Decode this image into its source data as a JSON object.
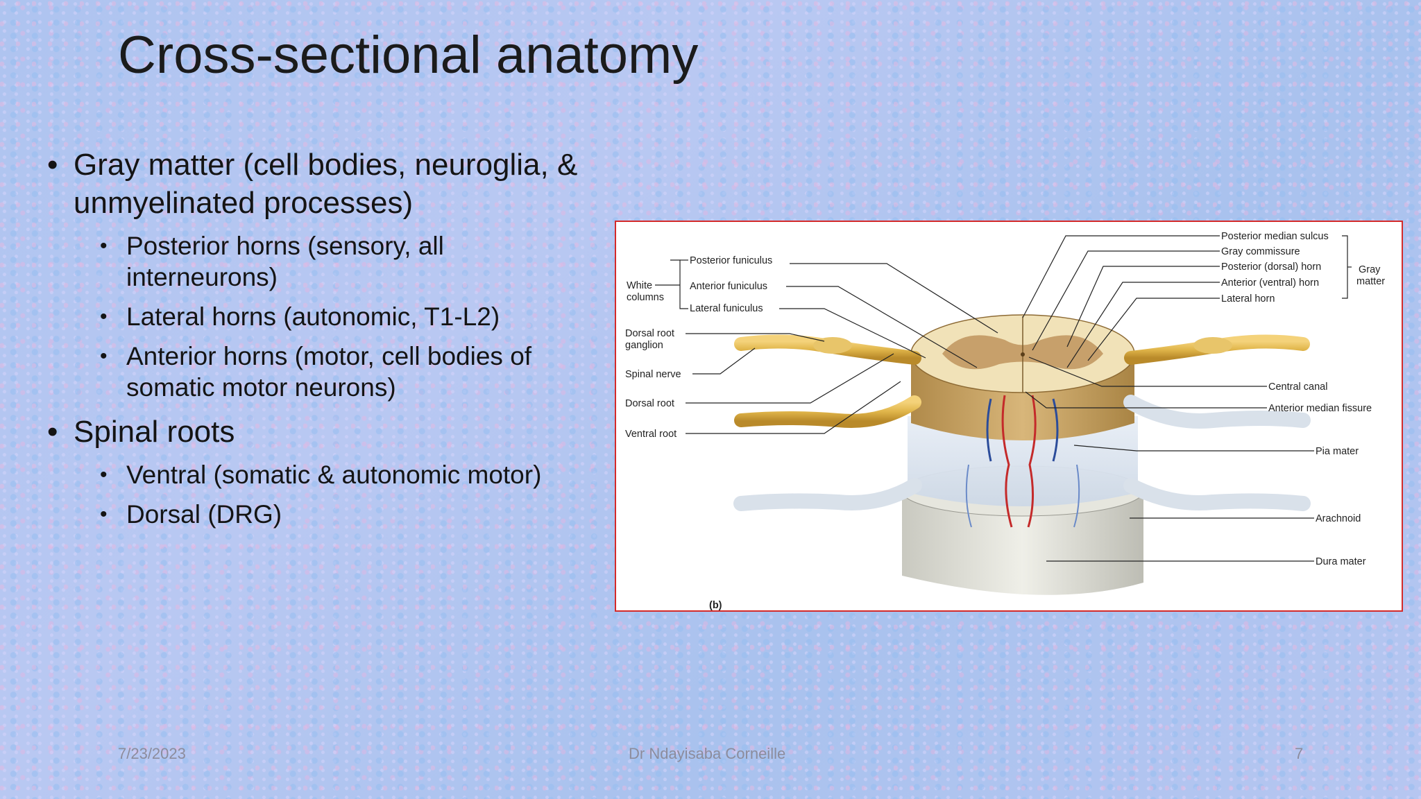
{
  "slide": {
    "title": "Cross-sectional anatomy",
    "bullets": [
      {
        "text": "Gray matter (cell bodies, neuroglia, & unmyelinated processes)",
        "sub": [
          "Posterior horns (sensory, all interneurons)",
          "Lateral horns (autonomic, T1-L2)",
          "Anterior horns (motor, cell bodies of somatic motor neurons)"
        ]
      },
      {
        "text": "Spinal roots",
        "sub": [
          "Ventral (somatic & autonomic motor)",
          "Dorsal (DRG)"
        ]
      }
    ]
  },
  "figure": {
    "left_labels": {
      "white_columns_1": "White",
      "white_columns_2": "columns",
      "posterior_funiculus": "Posterior funiculus",
      "anterior_funiculus": "Anterior funiculus",
      "lateral_funiculus": "Lateral funiculus",
      "dorsal_root_ganglion_1": "Dorsal root",
      "dorsal_root_ganglion_2": "ganglion",
      "spinal_nerve": "Spinal nerve",
      "dorsal_root": "Dorsal root",
      "ventral_root": "Ventral root"
    },
    "right_labels": {
      "posterior_median_sulcus": "Posterior median sulcus",
      "gray_commissure": "Gray commissure",
      "posterior_horn": "Posterior (dorsal) horn",
      "anterior_horn": "Anterior (ventral) horn",
      "lateral_horn": "Lateral horn",
      "gray_matter_1": "Gray",
      "gray_matter_2": "matter",
      "central_canal": "Central canal",
      "anterior_median_fissure": "Anterior median fissure",
      "pia_mater": "Pia mater",
      "arachnoid": "Arachnoid",
      "dura_mater": "Dura mater"
    },
    "panel_label": "(b)"
  },
  "footer": {
    "date": "7/23/2023",
    "author": "Dr Ndayisaba Corneille",
    "page": "7"
  }
}
